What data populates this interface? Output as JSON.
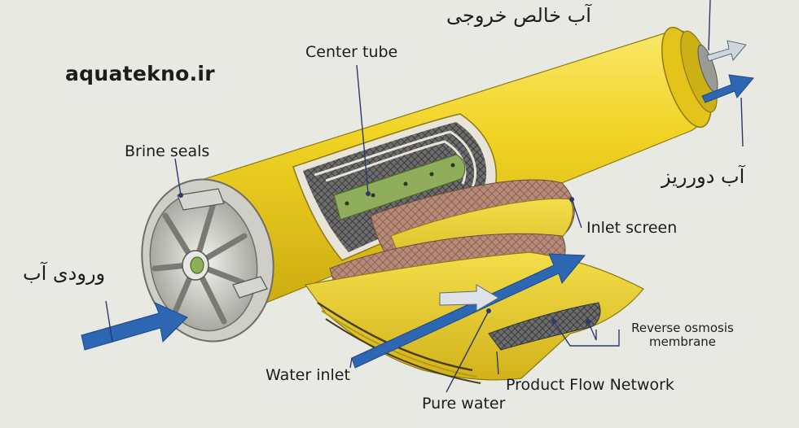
{
  "brand": {
    "site": "aquatekno.ir"
  },
  "labels": {
    "center_tube": "Center tube",
    "brine_seals": "Brine seals",
    "inlet_screen": "Inlet screen",
    "ro_membrane_line1": "Reverse osmosis",
    "ro_membrane_line2": "membrane",
    "water_inlet": "Water inlet",
    "product_flow_network": "Product Flow Network",
    "pure_water": "Pure water"
  },
  "labels_fa": {
    "pure_water_out": "آب خالص خروجی",
    "reject_water": "آب دورریز",
    "water_in": "ورودی آب"
  },
  "colors": {
    "housing": "#f0d321",
    "membrane": "#a87c6e",
    "center_tube": "#8fae5c",
    "flow_arrow": "#2d66b3",
    "seal": "#d6d6d0"
  }
}
